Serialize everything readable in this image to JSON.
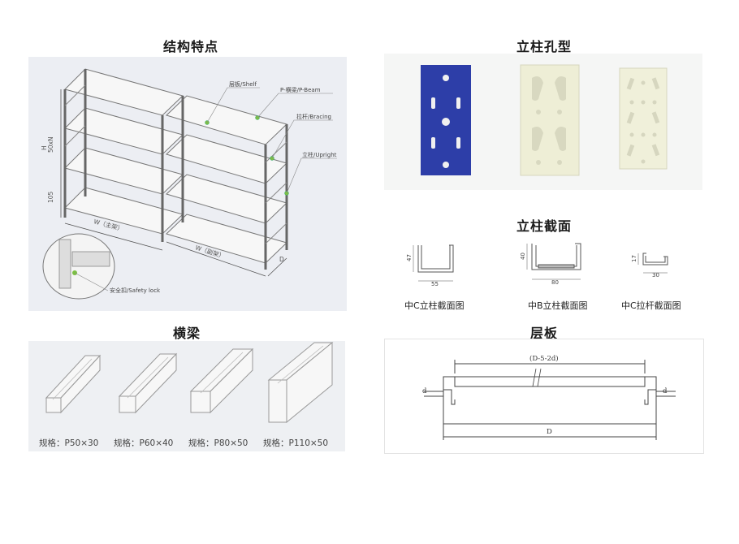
{
  "sections": {
    "features": {
      "title": "结构特点"
    },
    "holes": {
      "title": "立柱孔型"
    },
    "sections_title": {
      "title": "立柱截面"
    },
    "beams": {
      "title": "横梁"
    },
    "shelf": {
      "title": "层板"
    }
  },
  "rack_diagram": {
    "callouts": [
      "层板/Shelf",
      "P-横梁/P-Beam",
      "拉杆/Bracing",
      "立柱/Upright"
    ],
    "safety_lock": "安全扣/Safety lock",
    "width_main": "W（主架）",
    "width_aux": "W（副架）",
    "height_label": "H",
    "pitch_label": "50xN",
    "bottom_label": "105",
    "depth_label": "D"
  },
  "cross_sections": [
    {
      "caption": "中C立柱截面图",
      "width": "55",
      "height": "47"
    },
    {
      "caption": "中B立柱截面图",
      "width": "80",
      "height": "40"
    },
    {
      "caption": "中C拉杆截面图",
      "width": "30",
      "height": "17"
    }
  ],
  "beam_specs": [
    {
      "label": "规格：P50×30"
    },
    {
      "label": "规格：P60×40"
    },
    {
      "label": "规格：P80×50"
    },
    {
      "label": "规格：P110×50"
    }
  ],
  "shelf_drawing": {
    "top_dim": "(D-5-2d)",
    "bottom_dim": "D",
    "left_d": "d",
    "right_d": "d"
  }
}
